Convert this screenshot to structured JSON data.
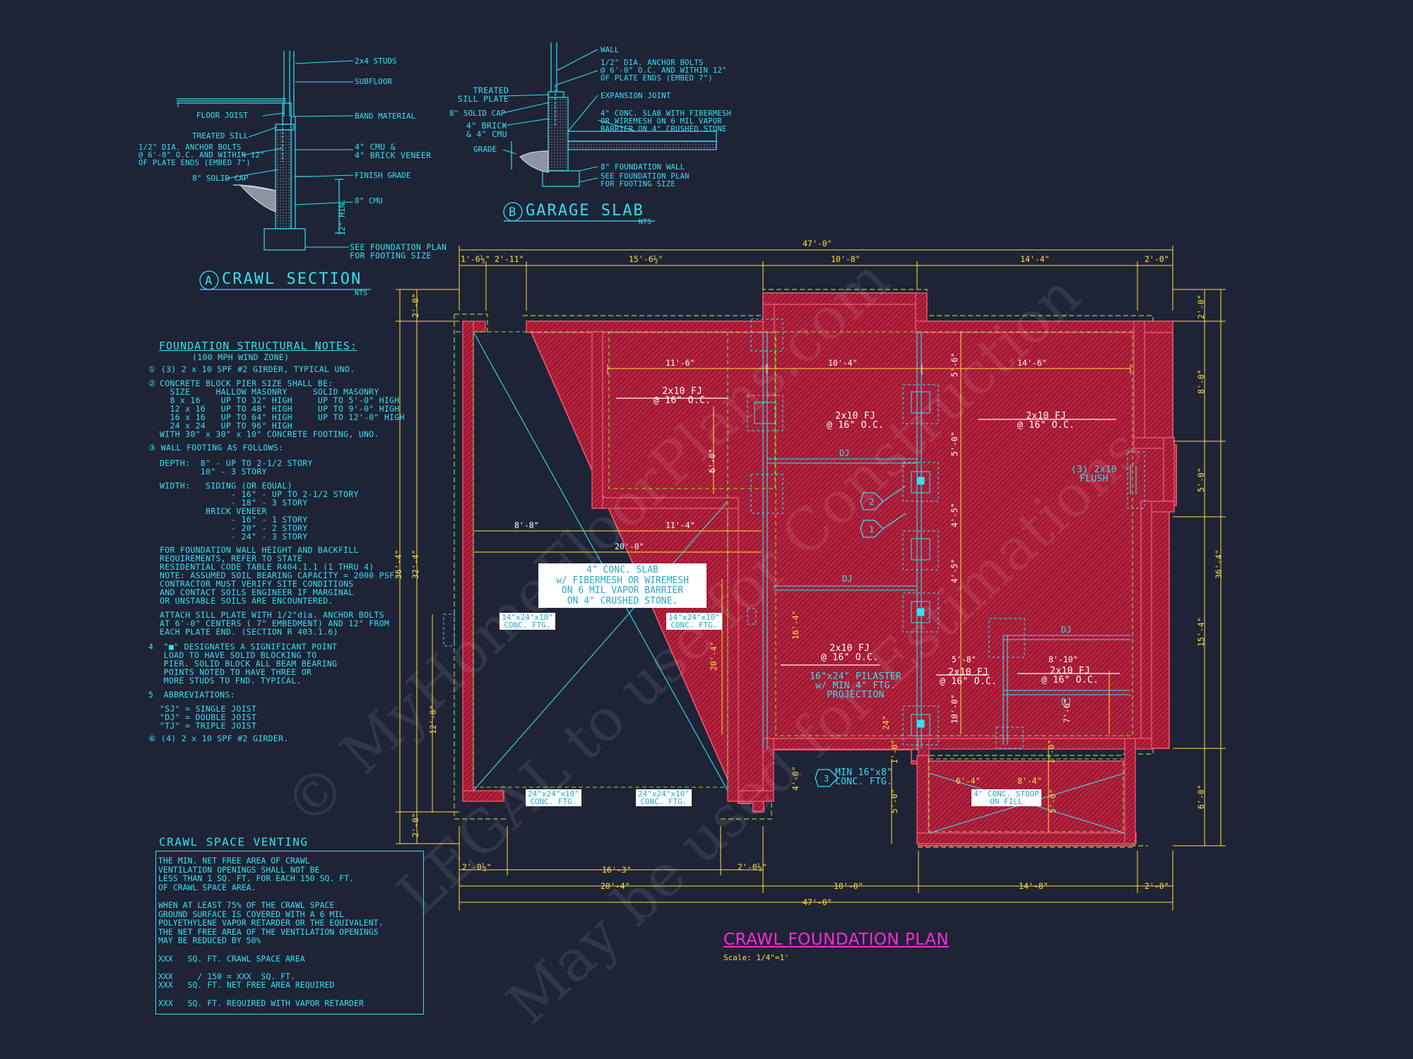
{
  "crawl_section": {
    "marker": "A",
    "title": "CRAWL SECTION",
    "scale": "NTS",
    "labels": {
      "studs": "2x4 STUDS",
      "subfloor": "SUBFLOOR",
      "floor_joist": "FLOOR JOIST",
      "band": "BAND MATERIAL",
      "treated_sill": "TREATED SILL",
      "anchor_bolts": "1/2\" DIA. ANCHOR BOLTS\n@ 6'-0\" O.C. AND WITHIN 12\"\nOF PLATE ENDS (EMBED 7\")",
      "cmu_brick": "4\" CMU &\n4\" BRICK VENEER",
      "solid_cap": "8\" SOLID CAP",
      "finish_grade": "FINISH GRADE",
      "cmu": "8\" CMU",
      "min": "12\" MIN.",
      "see_plan": "SEE FOUNDATION PLAN\nFOR FOOTING SIZE"
    }
  },
  "garage_slab": {
    "marker": "B",
    "title": "GARAGE SLAB",
    "scale": "NTS",
    "labels": {
      "wall": "WALL",
      "anchor_bolts": "1/2\" DIA. ANCHOR BOLTS\n@ 6'-0\" O.C. AND WITHIN 12\"\nOF PLATE ENDS (EMBED 7\")",
      "treated_sill": "TREATED\nSILL PLATE",
      "expansion": "EXPANSION JOINT",
      "solid_cap": "8\" SOLID CAP",
      "brick_cmu": "4\" BRICK\n& 4\" CMU",
      "slab": "4\" CONC. SLAB WITH FIBERMESH\nOR WIREMESH ON 6 MIL VAPOR\nBARRIER ON 4\" CRUSHED STONE",
      "grade": "GRADE",
      "foundation_wall": "8\" FOUNDATION WALL",
      "see_plan": "SEE FOUNDATION PLAN\nFOR FOOTING SIZE"
    }
  },
  "structural_notes": {
    "title": "FOUNDATION STRUCTURAL NOTES:",
    "subtitle": "(100 MPH WIND ZONE)",
    "n1": "(3) 2 x 10 SPF #2 GIRDER, TYPICAL UNO.",
    "n2": "CONCRETE BLOCK PIER SIZE SHALL BE:\n  SIZE     HALLOW MASONRY     SOLID MASONRY\n  8 x 16    UP TO 32\" HIGH     UP TO 5'-0\" HIGH\n  12 x 16   UP TO 48\" HIGH     UP TO 9'-0\" HIGH\n  16 x 16   UP TO 64\" HIGH     UP TO 12'-0\" HIGH\n  24 x 24   UP TO 96\" HIGH\nWITH 30\" x 30\" x 10\" CONCRETE FOOTING, UNO.",
    "n3": "WALL FOOTING AS FOLLOWS:",
    "depth": "DEPTH:  8\" - UP TO 2-1/2 STORY\n        10\" - 3 STORY",
    "width": "WIDTH:   SIDING (OR EQUAL)\n              - 16\" - UP TO 2-1/2 STORY\n              - 18\" - 3 STORY\n         BRICK VENEER\n              - 16\" - 1 STORY\n              - 20\" - 2 STORY\n              - 24\" - 3 STORY",
    "para1": "FOR FOUNDATION WALL HEIGHT AND BACKFILL\nREQUIREMENTS, REFER TO STATE\nRESIDENTIAL CODE TABLE R404.1.1 (1 THRU 4)\nNOTE: ASSUMED SOIL BEARING CAPACITY = 2000 PSF.\nCONTRACTOR MUST VERIFY SITE CONDITIONS\nAND CONTACT SOILS ENGINEER IF MARGINAL\nOR UNSTABLE SOILS ARE ENCOUNTERED.",
    "para2": "ATTACH SILL PLATE WITH 1/2\"dia. ANCHOR BOLTS\nAT 6'-0\" CENTERS ( 7\" EMBEDMENT) AND 12\" FROM\nEACH PLATE END. (SECTION R 403.1.6)",
    "n4": "4  \"■\" DESIGNATES A SIGNIFICANT POINT\n   LOAD TO HAVE SOLID BLOCKING TO\n   PIER. SOLID BLOCK ALL BEAM BEARING\n   POINTS NOTED TO HAVE THREE OR\n   MORE STUDS TO FND. TYPICAL.",
    "n5": "5  ABBREVIATIONS:",
    "abbr": "\"SJ\" = SINGLE JOIST\n\"DJ\" = DOUBLE JOIST\n\"TJ\" = TRIPLE JOIST",
    "n6": "(4) 2 x 10 SPF #2 GIRDER."
  },
  "crawl_venting": {
    "title": "CRAWL SPACE VENTING",
    "body": "THE MIN. NET FREE AREA OF CRAWL\nVENTILATION OPENINGS SHALL NOT BE\nLESS THAN 1 SQ. FT. FOR EACH 150 SQ. FT.\nOF CRAWL SPACE AREA.\n\nWHEN AT LEAST 75% OF THE CRAWL SPACE\nGROUND SURFACE IS COVERED WITH A 6 MIL\nPOLYETHYLENE VAPOR RETARDER OR THE EQUIVALENT.\nTHE NET FREE AREA OF THE VENTILATION OPENINGS\nMAY BE REDUCED BY 50%\n\nXXX   SQ. FT. CRAWL SPACE AREA\n\nXXX     / 150 = XXX  SQ. FT.\nXXX   SQ. FT. NET FREE AREA REQUIRED\n\nXXX   SQ. FT. REQUIRED WITH VAPOR RETARDER"
  },
  "plan": {
    "title": "CRAWL FOUNDATION PLAN",
    "scale": "Scale: 1/4\"=1'",
    "slab_note": "4\" CONC. SLAB\nw/ FIBERMESH OR WIREMESH\nON 6 MIL VAPOR BARRIER\nON 4\" CRUSHED STONE.",
    "footing_24": "24\"x24\"x10\"\nCONC. FTG.",
    "footing_14": "14\"x24\"x10\"\nCONC. FTG.",
    "fj": "2x10 FJ\n@ 16\" O.C.",
    "dj": "DJ",
    "flush": "(3) 2x10\nFLUSH",
    "pilaster": "16\"x24\" PILASTER\nw/ MIN 4\" FTG.\nPROJECTION",
    "min_ftg": "MIN 16\"x8\"\nCONC. FTG.",
    "stoop": "4\" CONC. STOOP\nON FILL",
    "callouts": [
      "1",
      "2",
      "3"
    ],
    "dims_top_outer": "47'-0\"",
    "dims_top": [
      "1'-6½\"",
      "2'-11\"",
      "15'-6½\"",
      "10'-8\"",
      "14'-4\"",
      "2'-0\""
    ],
    "dims_bottom_inner": [
      "2'-0½\"",
      "16'-3\"",
      "2'-0½\""
    ],
    "dims_bottom": [
      "20'-4\"",
      "10'-0\"",
      "14'-8\"",
      "2'-0\""
    ],
    "dims_bottom_outer": "47'-0\"",
    "dims_left": [
      "2'-0\"",
      "32'-4\"",
      "12'-0\"",
      "2'-0\""
    ],
    "dims_left_outer": "36'-4\"",
    "dims_right": [
      "2'-0\"",
      "8'-0\"",
      "5'-0\"",
      "15'-4\"",
      "6'-0\""
    ],
    "dims_right_outer": "36'-4\"",
    "interior_dims": [
      "11'-6\"",
      "10'-4\"",
      "14'-6\"",
      "8'-8\"",
      "11'-4\"",
      "20'-0\"",
      "6'-0\"",
      "5'-6\"",
      "5'-0\"",
      "4'-5\"",
      "4'-5\"",
      "10'-0\"",
      "16'-4\"",
      "20'-4\"",
      "24\"",
      "4'-0\"",
      "5'-0\"",
      "5'-8\"",
      "8'-10\"",
      "7'-6\"",
      "6'-4\"",
      "8'-4\"",
      "1'-0\"",
      "1'-0\"",
      "5'-0\""
    ]
  },
  "watermark": {
    "line1": "© MyHomeFloorPlans.com",
    "line2": "LEGAL to use for Construction",
    "line3": "May be used for Estimations"
  },
  "colors": {
    "background": "#1f2336",
    "line": "#34e1f0",
    "wall": "#d2294a",
    "footing": "#7fe13a",
    "dimension": "#ffe040",
    "title": "#ff2bd6"
  }
}
